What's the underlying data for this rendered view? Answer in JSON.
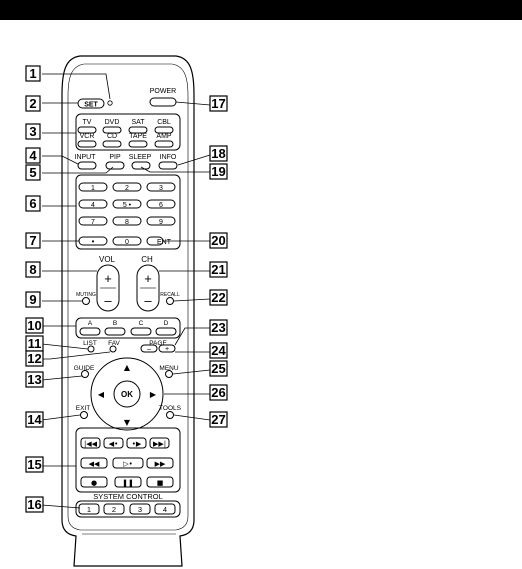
{
  "remote": {
    "set": "SET",
    "power": "POWER",
    "sources_row1": [
      "TV",
      "DVD",
      "SAT",
      "CBL"
    ],
    "sources_row2": [
      "VCR",
      "CD",
      "TAPE",
      "AMP"
    ],
    "input": "INPUT",
    "pip": "PIP",
    "sleep": "SLEEP",
    "info": "INFO",
    "digits": [
      "1",
      "2",
      "3",
      "4",
      "5",
      "6",
      "7",
      "8",
      "9"
    ],
    "five_mark": "•",
    "dot": "•",
    "zero": "0",
    "ent": "ENT",
    "vol": "VOL",
    "ch": "CH",
    "plus": "+",
    "minus": "–",
    "muting": "MUTING",
    "recall": "RECALL",
    "colors": [
      "A",
      "B",
      "C",
      "D"
    ],
    "list": "LIST",
    "fav": "FAV",
    "page": "PAGE",
    "guide": "GUIDE",
    "menu": "MENU",
    "ok": "OK",
    "exit": "EXIT",
    "tools": "TOOLS",
    "system_control": "SYSTEM CONTROL",
    "system_keys": [
      "1",
      "2",
      "3",
      "4"
    ]
  },
  "callouts": [
    "1",
    "2",
    "3",
    "4",
    "5",
    "6",
    "7",
    "8",
    "9",
    "10",
    "11",
    "12",
    "13",
    "14",
    "15",
    "16",
    "17",
    "18",
    "19",
    "20",
    "21",
    "22",
    "23",
    "24",
    "25",
    "26",
    "27"
  ]
}
